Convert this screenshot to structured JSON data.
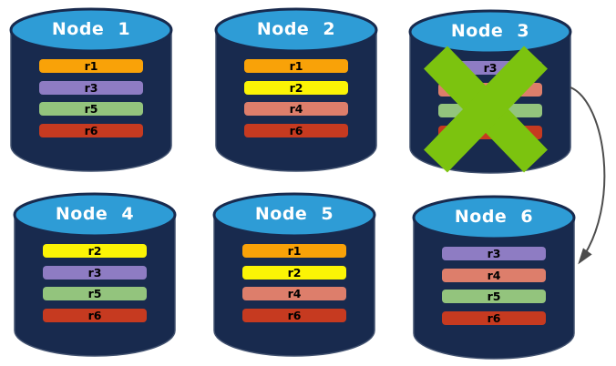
{
  "colors": {
    "cylinder_body": "#182A4E",
    "cylinder_top": "#2E9CD6",
    "cylinder_edge": "#41516F",
    "title_text": "#FFFFFF",
    "replica_text": "#000000",
    "failure_x": "#7CC30F",
    "arrow": "#4D4D4D"
  },
  "nodes": [
    {
      "title": "Node 1",
      "failed": false,
      "replicas": [
        {
          "label": "r1",
          "color": "#F9A208"
        },
        {
          "label": "r3",
          "color": "#8E7CC3"
        },
        {
          "label": "r5",
          "color": "#93C47D"
        },
        {
          "label": "r6",
          "color": "#C63A20"
        }
      ]
    },
    {
      "title": "Node 2",
      "failed": false,
      "replicas": [
        {
          "label": "r1",
          "color": "#F9A208"
        },
        {
          "label": "r2",
          "color": "#FBF405"
        },
        {
          "label": "r4",
          "color": "#DD7E6B"
        },
        {
          "label": "r6",
          "color": "#C63A20"
        }
      ]
    },
    {
      "title": "Node 3",
      "failed": true,
      "replicas": [
        {
          "label": "r3",
          "color": "#8E7CC3"
        },
        {
          "label": "",
          "color": "#DD7E6B"
        },
        {
          "label": "",
          "color": "#93C47D"
        },
        {
          "label": "",
          "color": "#C63A20"
        }
      ]
    },
    {
      "title": "Node 4",
      "failed": false,
      "replicas": [
        {
          "label": "r2",
          "color": "#FBF405"
        },
        {
          "label": "r3",
          "color": "#8E7CC3"
        },
        {
          "label": "r5",
          "color": "#93C47D"
        },
        {
          "label": "r6",
          "color": "#C63A20"
        }
      ]
    },
    {
      "title": "Node 5",
      "failed": false,
      "replicas": [
        {
          "label": "r1",
          "color": "#F9A208"
        },
        {
          "label": "r2",
          "color": "#FBF405"
        },
        {
          "label": "r4",
          "color": "#DD7E6B"
        },
        {
          "label": "r6",
          "color": "#C63A20"
        }
      ]
    },
    {
      "title": "Node 6",
      "failed": false,
      "replicas": [
        {
          "label": "r3",
          "color": "#8E7CC3"
        },
        {
          "label": "r4",
          "color": "#DD7E6B"
        },
        {
          "label": "r5",
          "color": "#93C47D"
        },
        {
          "label": "r6",
          "color": "#C63A20"
        }
      ]
    }
  ],
  "failure_mark": {
    "node": "Node 3",
    "shape": "x"
  },
  "arrow": {
    "from": "Node 3",
    "to": "Node 6"
  }
}
